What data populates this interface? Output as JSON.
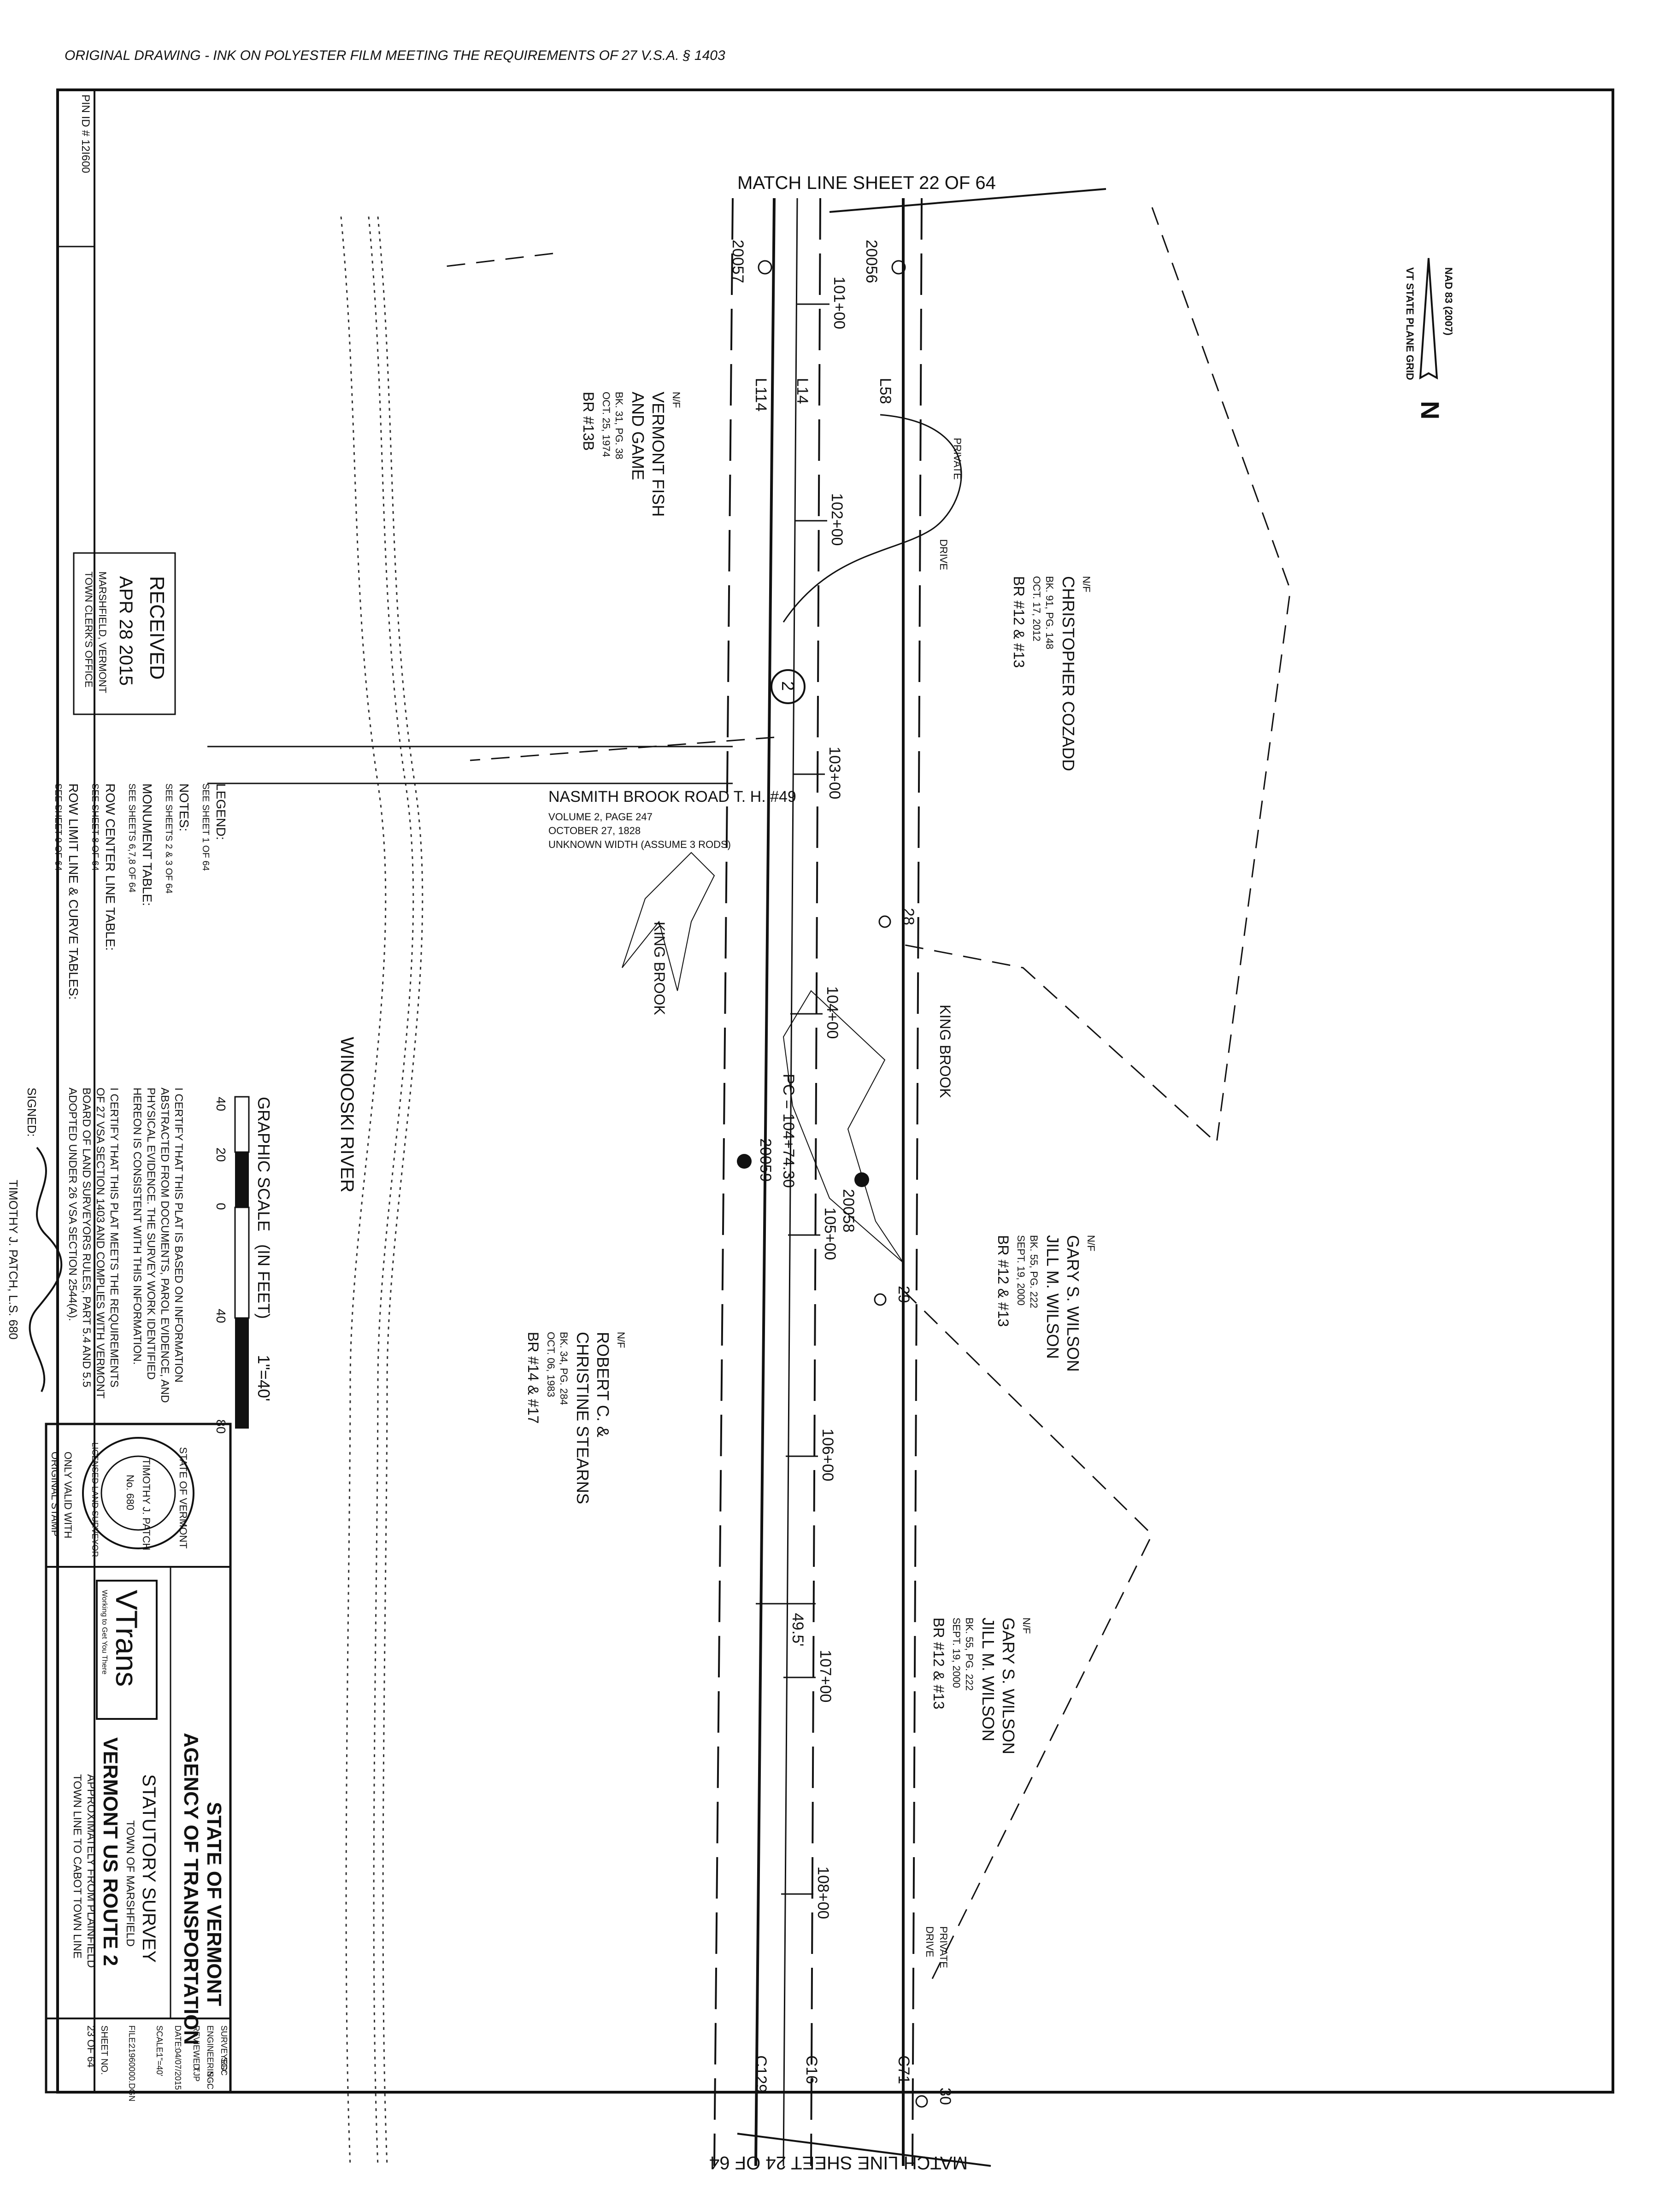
{
  "header": {
    "note": "ORIGINAL DRAWING - INK ON POLYESTER FILM MEETING THE REQUIREMENTS OF 27 V.S.A. § 1403"
  },
  "pin_id": "PIN ID # 12I600",
  "match_lines": {
    "top": "MATCH LINE SHEET 22 OF 64",
    "bottom": "MATCH LINE SHEET 24 OF 64"
  },
  "north": {
    "label": "N",
    "datum": "NAD 83 (2007)",
    "grid": "VT STATE PLANE GRID"
  },
  "stations": [
    "101+00",
    "102+00",
    "103+00",
    "104+00",
    "105+00",
    "106+00",
    "107+00",
    "108+00"
  ],
  "pc_label": "PC = 104+74.30",
  "points": [
    "20056",
    "20057",
    "20058",
    "20059",
    "28",
    "29",
    "30"
  ],
  "line_labels": [
    "L14",
    "L114",
    "L58",
    "C16",
    "C129",
    "C71"
  ],
  "dimension": "49.5'",
  "circle_num": "2",
  "features": {
    "river": "WINOOSKI RIVER",
    "brook_west": "KING BROOK",
    "brook_east": "KING BROOK",
    "private_drive_1": "PRIVATE",
    "drive_1": "DRIVE",
    "private_drive_2": "PRIVATE",
    "drive_2": "DRIVE"
  },
  "road": {
    "name": "NASMITH BROOK ROAD T. H. #49",
    "volume": "VOLUME 2, PAGE 247",
    "date": "OCTOBER 27, 1828",
    "width": "UNKNOWN WIDTH (ASSUME 3 RODS)"
  },
  "parcels": [
    {
      "nf": "N/F",
      "name1": "CHRISTOPHER COZADD",
      "name2": "",
      "book": "BK. 91, PG. 148",
      "date": "OCT. 17, 2012",
      "br": "BR #12 & #13"
    },
    {
      "nf": "N/F",
      "name1": "VERMONT FISH",
      "name2": "AND GAME",
      "book": "BK. 31, PG. 38",
      "date": "OCT. 25, 1974",
      "br": "BR #13B"
    },
    {
      "nf": "N/F",
      "name1": "GARY S. WILSON",
      "name2": "JILL M. WILSON",
      "book": "BK. 55, PG. 222",
      "date": "SEPT. 19, 2000",
      "br": "BR #12 & #13"
    },
    {
      "nf": "N/F",
      "name1": "ROBERT C. &",
      "name2": "CHRISTINE STEARNS",
      "book": "BK. 34, PG. 284",
      "date": "OCT. 06, 1983",
      "br": "BR #14 & #17"
    },
    {
      "nf": "N/F",
      "name1": "GARY S. WILSON",
      "name2": "JILL M. WILSON",
      "book": "BK. 55, PG. 222",
      "date": "SEPT. 19, 2000",
      "br": "BR #12 & #13"
    }
  ],
  "received_stamp": {
    "title": "RECEIVED",
    "date": "APR 28 2015",
    "line1": "MARSHFIELD, VERMONT",
    "line2": "TOWN CLERK'S OFFICE"
  },
  "legend": [
    {
      "title": "LEGEND:",
      "ref": "SEE SHEET 1 OF 64"
    },
    {
      "title": "NOTES:",
      "ref": "SEE SHEETS 2 & 3 OF 64"
    },
    {
      "title": "MONUMENT TABLE:",
      "ref": "SEE SHEETS 6,7,8 OF 64"
    },
    {
      "title": "ROW CENTER LINE TABLE:",
      "ref": "SEE SHEET 8 OF 64"
    },
    {
      "title": "ROW LIMIT LINE & CURVE TABLES:",
      "ref": "SEE SHEET 9 OF 64"
    }
  ],
  "scale": {
    "title": "GRAPHIC SCALE",
    "unit": "(IN FEET)",
    "ratio": "1\"=40'",
    "ticks": [
      "40",
      "20",
      "0",
      "40",
      "80"
    ]
  },
  "certification": {
    "para1": [
      "I CERTIFY THAT THIS PLAT IS BASED ON INFORMATION",
      "ABSTRACTED FROM DOCUMENTS, PAROL EVIDENCE, AND",
      "PHYSICAL EVIDENCE. THE SURVEY WORK IDENTIFIED",
      "HEREON IS CONSISTENT WITH THIS INFORMATION."
    ],
    "para2": [
      "I CERTIFY THAT THIS PLAT MEETS THE REQUIREMENTS",
      "OF 27 VSA SECTION 1403 AND COMPLIES WITH VERMONT",
      "BOARD OF LAND SURVEYORS RULES, PART 5.4 AND 5.5",
      "ADOPTED UNDER 26 VSA SECTION 2544(A)."
    ],
    "signed": "SIGNED:",
    "surveyor": "TIMOTHY J. PATCH, L.S. 680"
  },
  "seal": {
    "top": "STATE OF VERMONT",
    "name": "TIMOTHY J. PATCH",
    "number": "No. 680",
    "bottom": "LICENSED LAND SURVEYOR",
    "note1": "ONLY VALID WITH",
    "note2": "ORIGINAL STAMP"
  },
  "title_block": {
    "state": "STATE OF VERMONT",
    "agency": "AGENCY OF TRANSPORTATION",
    "survey": "STATUTORY SURVEY",
    "town": "TOWN OF MARSHFIELD",
    "route": "VERMONT US ROUTE 2",
    "desc1": "APPROXIMATELY FROM PLAINFIELD",
    "desc2": "TOWN LINE TO CABOT TOWN LINE",
    "logo": "VTrans",
    "logo_tag": "Working to Get You There"
  },
  "info_block": [
    {
      "label": "SURVEYED:",
      "value": "SGC"
    },
    {
      "label": "ENGINEERING:",
      "value": "SGC"
    },
    {
      "label": "REVIEWED:",
      "value": "TJP"
    },
    {
      "label": "DATE:",
      "value": "04/07/2015"
    },
    {
      "label": "SCALE:",
      "value": "1\"=40'"
    },
    {
      "label": "FILE:",
      "value": "21960000.DGN"
    },
    {
      "label": "SHEET NO.",
      "value": "23 OF 64"
    }
  ]
}
